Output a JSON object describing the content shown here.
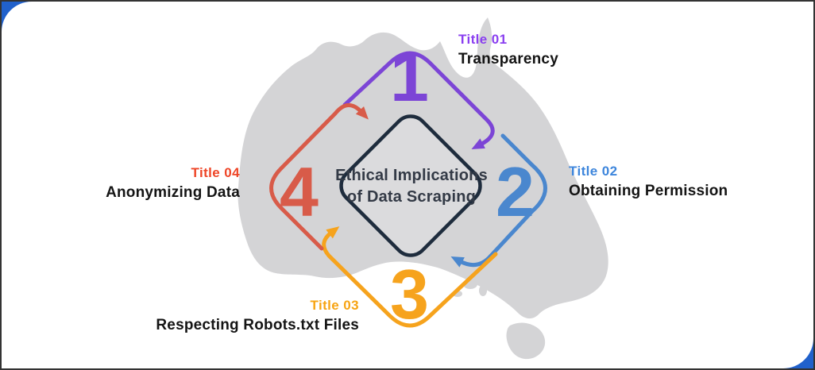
{
  "page": {
    "background_color": "#2161cb",
    "panel_color": "#ffffff",
    "map_color": "#d4d4d6",
    "map_name": "australia-map"
  },
  "center": {
    "title_line1": "Ethical Implications",
    "title_line2": "of Data Scraping",
    "diamond_border_color": "#1e2c3d"
  },
  "items": [
    {
      "number": "1",
      "label": "Title 01",
      "title": "Transparency",
      "color": "#7c45d6",
      "label_color": "#8a3ff0"
    },
    {
      "number": "2",
      "label": "Title 02",
      "title": "Obtaining Permission",
      "color": "#4a87ce",
      "label_color": "#3e86dc"
    },
    {
      "number": "3",
      "label": "Title 03",
      "title": "Respecting Robots.txt Files",
      "color": "#f6a31d",
      "label_color": "#f7a413"
    },
    {
      "number": "4",
      "label": "Title 04",
      "title": "Anonymizing Data",
      "color": "#d85b49",
      "label_color": "#ee4527"
    }
  ]
}
